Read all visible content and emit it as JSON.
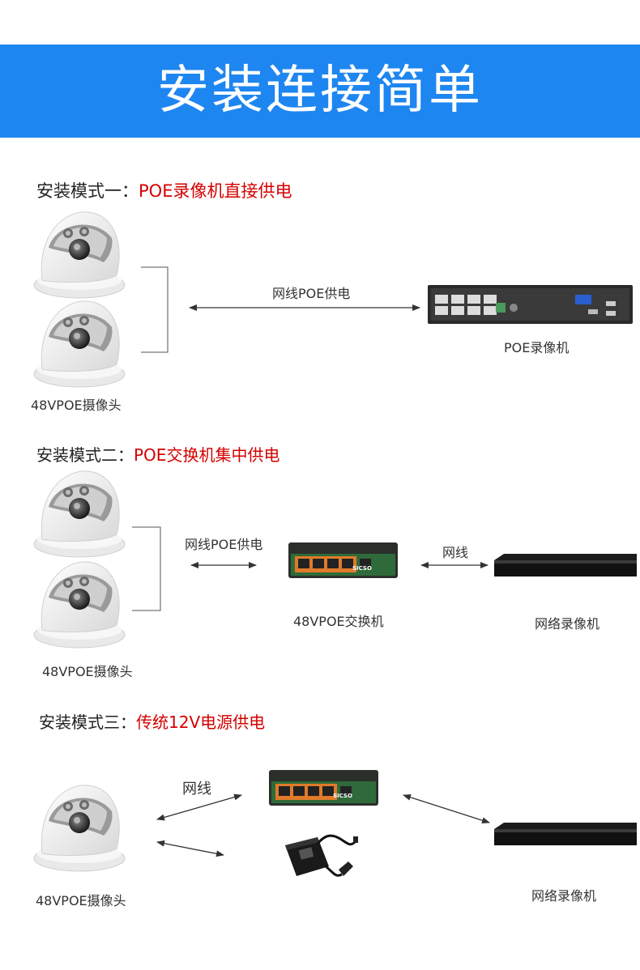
{
  "banner": {
    "title": "安装连接简单",
    "bg_color": "#1e86f0"
  },
  "mode1": {
    "prefix": "安装模式一：",
    "highlight": "POE录像机直接供电",
    "cable_label": "网线POE供电",
    "nvr_label": "POE录像机",
    "camera_label": "48VPOE摄像头"
  },
  "mode2": {
    "prefix": "安装模式二：",
    "highlight": "POE交换机集中供电",
    "cable_label": "网线POE供电",
    "switch_label": "48VPOE交换机",
    "net_label": "网线",
    "nvr_label": "网络录像机",
    "camera_label": "48VPOE摄像头"
  },
  "mode3": {
    "prefix": "安装模式三：",
    "highlight": "传统12V电源供电",
    "net_label": "网线",
    "nvr_label": "网络录像机",
    "camera_label": "48VPOE摄像头"
  },
  "switch_brand": "SICSO",
  "colors": {
    "highlight": "#d40000",
    "arrow": "#333333"
  },
  "icons": {
    "camera": "dome-camera-icon",
    "nvr": "nvr-icon",
    "switch": "poe-switch-icon",
    "adapter": "power-adapter-icon"
  }
}
